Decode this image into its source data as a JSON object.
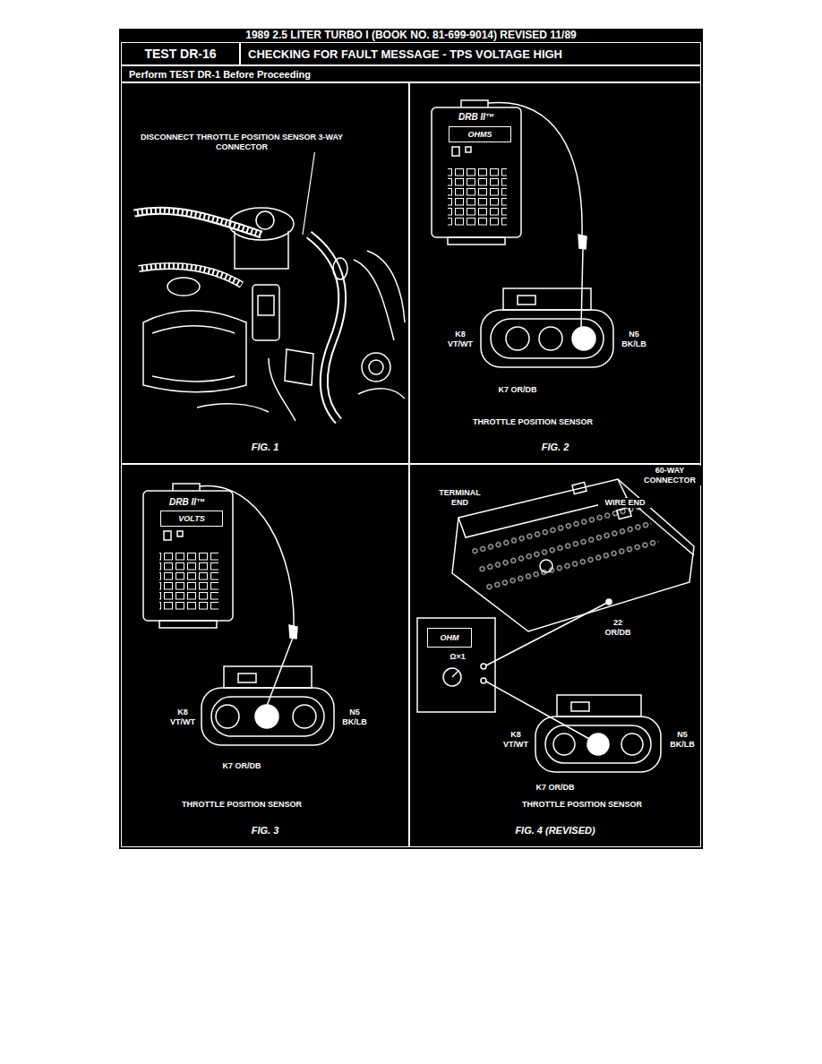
{
  "diagram": {
    "title": "1989 2.5 LITER TURBO I (BOOK NO. 81-699-9014) REVISED 11/89",
    "nodes": [
      {
        "text": [
          "TEST DR-16"
        ]
      },
      {
        "text": [
          "CHECKING FOR FAULT MESSAGE - TPS VOLTAGE HIGH"
        ]
      },
      {
        "text": [
          "Perform TEST DR-1 Before Proceeding"
        ]
      },
      {
        "text": [
          "FIG. 1"
        ]
      },
      {
        "text": [
          "FIG. 2"
        ]
      },
      {
        "text": [
          "OHMS"
        ],
        "in": 4
      },
      {
        "text": [
          "FIG. 3"
        ]
      },
      {
        "text": [
          "VOLTS"
        ],
        "in": 6
      },
      {
        "text": [
          "FIG. 4 (REVISED)"
        ]
      },
      {
        "text": [
          "OHM"
        ],
        "in": 8
      }
    ],
    "labels": [
      "DISCONNECT THROTTLE POSITION SENSOR 3-WAY CONNECTOR",
      "DRB II™",
      "K8 VT/WT",
      "N5 BK/LB",
      "K7 OR/DB",
      "THROTTLE POSITION SENSOR",
      "DRB II™",
      "K8 VT/WT",
      "N5 BK/LB",
      "K7 OR/DB",
      "THROTTLE POSITION SENSOR",
      "TERMINAL END",
      "60-WAY CONNECTOR",
      "WIRE END",
      "22 OR/DB",
      "Ω×1",
      "K8 VT/WT",
      "N5 BK/LB",
      "K7 OR/DB",
      "THROTTLE POSITION SENSOR"
    ]
  }
}
